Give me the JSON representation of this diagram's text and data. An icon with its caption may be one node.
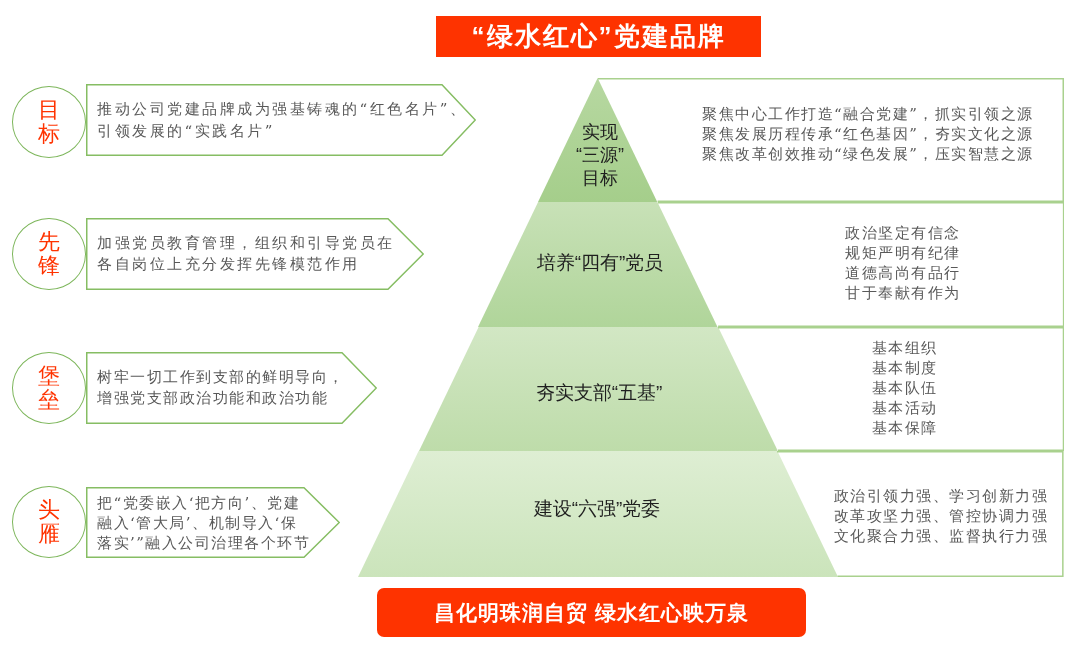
{
  "diagram": {
    "title": "“绿水红心”党建品牌",
    "nodes": [
      {
        "text": [
          "目标"
        ]
      },
      {
        "text": [
          "推动公司党建品牌成为强基铸魂的“红色名片”、引领发展的“实践名片”"
        ]
      },
      {
        "text": [
          "实现“三源”目标"
        ]
      },
      {
        "text": [
          "聚焦中心工作打造“融合党建”，抓实引领之源",
          "聚焦发展历程传承“红色基因”，夯实文化之源",
          "聚焦改革创效推动“绿色发展”，压实智慧之源"
        ]
      },
      {
        "text": [
          "先锋"
        ]
      },
      {
        "text": [
          "加强党员教育管理，组织和引导党员在各自岗位上充分发挥先锋模范作用"
        ]
      },
      {
        "text": [
          "培养“四有”党员"
        ]
      },
      {
        "text": [
          "政治坚定有信念",
          "规矩严明有纪律",
          "道德高尚有品行",
          "甘于奉献有作为"
        ]
      },
      {
        "text": [
          "堡垒"
        ]
      },
      {
        "text": [
          "树牢一切工作到支部的鲜明导向，增强党支部政治功能和政治功能"
        ]
      },
      {
        "text": [
          "夯实支部“五基”"
        ]
      },
      {
        "text": [
          "基本组织",
          "基本制度",
          "基本队伍",
          "基本活动",
          "基本保障"
        ]
      },
      {
        "text": [
          "头雁"
        ]
      },
      {
        "text": [
          "把“党委嵌入‘把方向’、党建融入‘管大局’、机制导入‘保落实’”融入公司治理各个环节"
        ]
      },
      {
        "text": [
          "建设“六强”党委"
        ]
      },
      {
        "text": [
          "政治引领力强、学习创新力强",
          "改革攻坚力强、管控协调力强",
          "文化聚合力强、监督执行力强"
        ]
      },
      {
        "text": [
          "昌化明珠润自贸 绿水红心映万泉"
        ]
      }
    ]
  }
}
